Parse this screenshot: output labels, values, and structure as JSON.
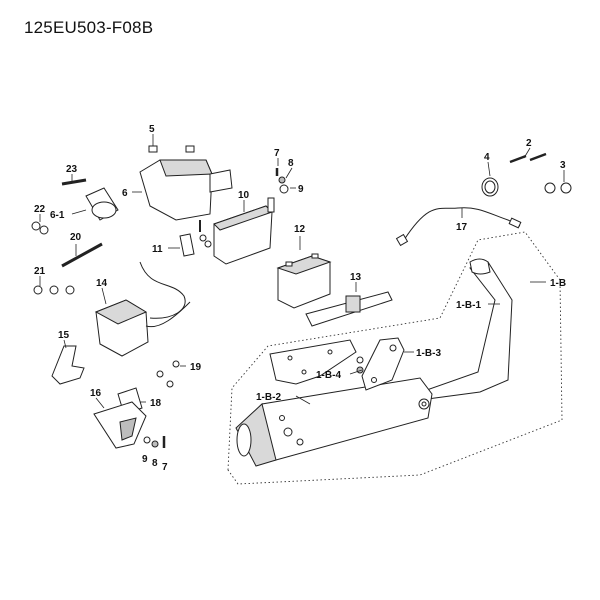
{
  "diagram_code": "125EU503-F08B",
  "callouts": {
    "c1b": "1-B",
    "c1b1": "1-B-1",
    "c1b2": "1-B-2",
    "c1b3": "1-B-3",
    "c1b4": "1-B-4",
    "c2": "2",
    "c3": "3",
    "c4": "4",
    "c5": "5",
    "c6": "6",
    "c61": "6-1",
    "c7a": "7",
    "c7b": "7",
    "c8a": "8",
    "c8b": "8",
    "c9a": "9",
    "c9b": "9",
    "c10": "10",
    "c11": "11",
    "c12": "12",
    "c13": "13",
    "c14": "14",
    "c15": "15",
    "c16": "16",
    "c17": "17",
    "c18": "18",
    "c19": "19",
    "c20": "20",
    "c21": "21",
    "c22": "22",
    "c23": "23"
  }
}
